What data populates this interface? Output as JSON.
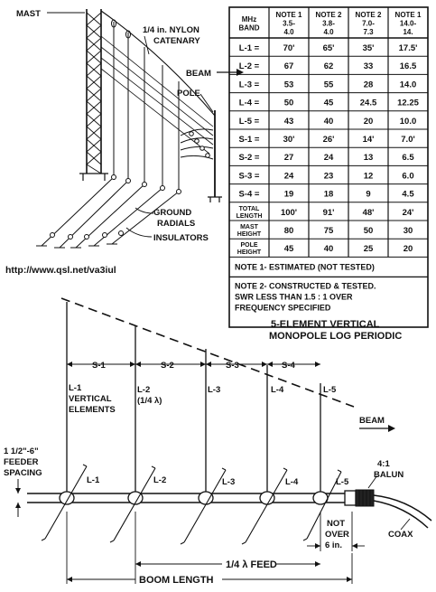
{
  "top_labels": {
    "mast": "MAST",
    "catenary_line1": "1/4 in. NYLON",
    "catenary_line2": "CATENARY",
    "beam": "BEAM",
    "pole": "POLE",
    "ground_line1": "GROUND",
    "ground_line2": "RADIALS",
    "insulators": "INSULATORS"
  },
  "url": "http://www.qsl.net/va3iul",
  "table": {
    "head": [
      [
        "MHz",
        "BAND"
      ],
      [
        "NOTE 1",
        "3.5-",
        "4.0"
      ],
      [
        "NOTE 2",
        "3.8-",
        "4.0"
      ],
      [
        "NOTE 2",
        "7.0-",
        "7.3"
      ],
      [
        "NOTE 1",
        "14.0-",
        "14."
      ]
    ],
    "rows": [
      {
        "label": [
          "L-1 ="
        ],
        "values": [
          "70'",
          "65'",
          "35'",
          "17.5'"
        ]
      },
      {
        "label": [
          "L-2 ="
        ],
        "values": [
          "67",
          "62",
          "33",
          "16.5"
        ]
      },
      {
        "label": [
          "L-3 ="
        ],
        "values": [
          "53",
          "55",
          "28",
          "14.0"
        ]
      },
      {
        "label": [
          "L-4 ="
        ],
        "values": [
          "50",
          "45",
          "24.5",
          "12.25"
        ]
      },
      {
        "label": [
          "L-5 ="
        ],
        "values": [
          "43",
          "40",
          "20",
          "10.0"
        ]
      },
      {
        "label": [
          "S-1 ="
        ],
        "values": [
          "30'",
          "26'",
          "14'",
          "7.0'"
        ]
      },
      {
        "label": [
          "S-2 ="
        ],
        "values": [
          "27",
          "24",
          "13",
          "6.5"
        ]
      },
      {
        "label": [
          "S-3 ="
        ],
        "values": [
          "24",
          "23",
          "12",
          "6.0"
        ]
      },
      {
        "label": [
          "S-4 ="
        ],
        "values": [
          "19",
          "18",
          "9",
          "4.5"
        ]
      },
      {
        "label": [
          "TOTAL",
          "LENGTH"
        ],
        "values": [
          "100'",
          "91'",
          "48'",
          "24'"
        ]
      },
      {
        "label": [
          "MAST",
          "HEIGHT"
        ],
        "values": [
          "80",
          "75",
          "50",
          "30"
        ]
      },
      {
        "label": [
          "POLE",
          "HEIGHT"
        ],
        "values": [
          "45",
          "40",
          "25",
          "20"
        ]
      }
    ],
    "note1": "NOTE 1- ESTIMATED (NOT TESTED)",
    "note2_line1": "NOTE 2- CONSTRUCTED & TESTED.",
    "note2_line2": "SWR LESS THAN 1.5 : 1 OVER",
    "note2_line3": "FREQUENCY SPECIFIED"
  },
  "bottom": {
    "title_line1": "5-ELEMENT VERTICAL",
    "title_line2": "MONOPOLE LOG PERIODIC",
    "spacing_labels": [
      "S-1",
      "S-2",
      "S-3",
      "S-4"
    ],
    "upper_element_labels": [
      "L-1",
      "L-2",
      "L-3",
      "L-4",
      "L-5"
    ],
    "l2_sub": "(1/4 λ)",
    "vertical_line1": "VERTICAL",
    "vertical_line2": "ELEMENTS",
    "beam": "BEAM",
    "feeder_line1": "1 1/2\"-6\"",
    "feeder_line2": "FEEDER",
    "feeder_line3": "SPACING",
    "lower_element_labels": [
      "L-1",
      "L-2",
      "L-3",
      "L-4",
      "L-5"
    ],
    "balun_line1": "4:1",
    "balun_line2": "BALUN",
    "not_over_line1": "NOT",
    "not_over_line2": "OVER",
    "not_over_line3": "6 in.",
    "coax": "COAX",
    "feed": "1/4 λ FEED",
    "boom": "BOOM LENGTH"
  }
}
